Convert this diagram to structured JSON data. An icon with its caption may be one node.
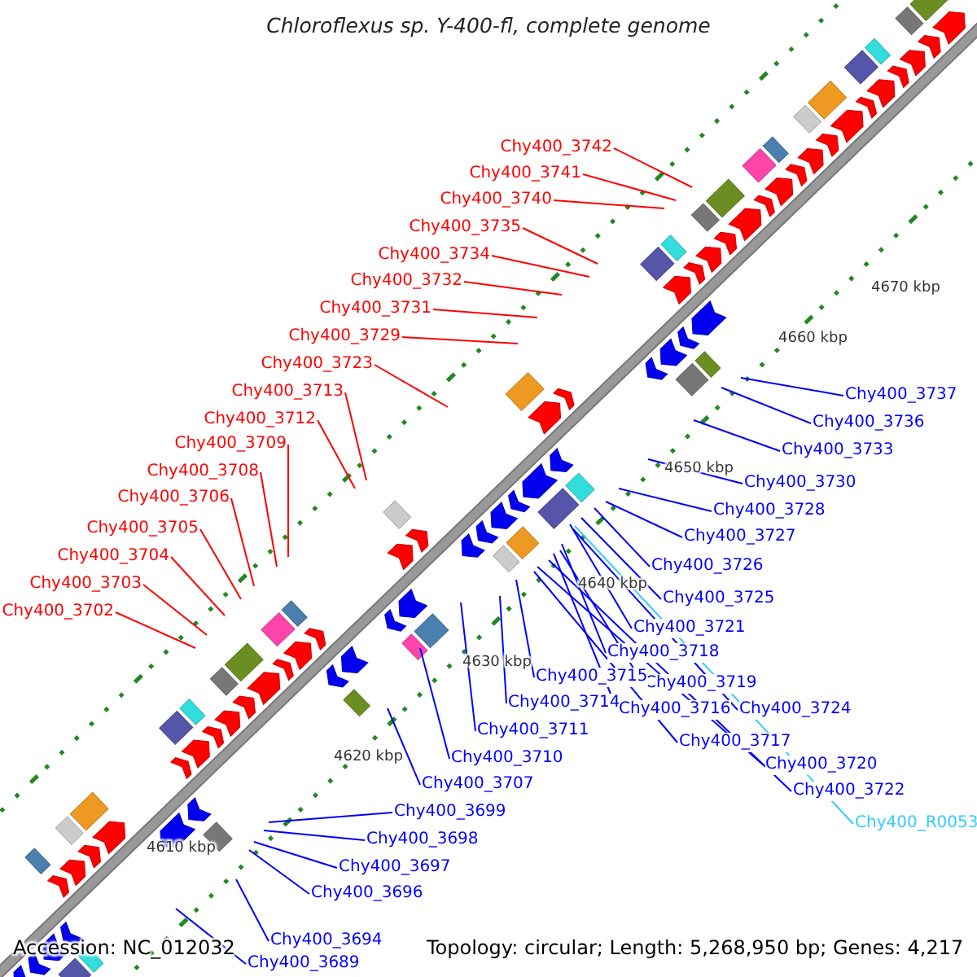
{
  "diagram": {
    "title": "Chloroflexus sp. Y-400-fl, complete genome",
    "nodes": [
      {
        "text": [
          "Chy400_3742"
        ]
      },
      {
        "text": [
          "Chy400_3741"
        ]
      },
      {
        "text": [
          "Chy400_3740"
        ]
      },
      {
        "text": [
          "Chy400_3735"
        ]
      },
      {
        "text": [
          "Chy400_3734"
        ]
      },
      {
        "text": [
          "Chy400_3732"
        ]
      },
      {
        "text": [
          "Chy400_3731"
        ]
      },
      {
        "text": [
          "Chy400_3729"
        ]
      },
      {
        "text": [
          "Chy400_3723"
        ]
      },
      {
        "text": [
          "Chy400_3713"
        ]
      },
      {
        "text": [
          "Chy400_3712"
        ]
      },
      {
        "text": [
          "Chy400_3709"
        ]
      },
      {
        "text": [
          "Chy400_3708"
        ]
      },
      {
        "text": [
          "Chy400_3706"
        ]
      },
      {
        "text": [
          "Chy400_3705"
        ]
      },
      {
        "text": [
          "Chy400_3704"
        ]
      },
      {
        "text": [
          "Chy400_3703"
        ]
      },
      {
        "text": [
          "Chy400_3702"
        ]
      },
      {
        "text": [
          "Chy400_3737"
        ]
      },
      {
        "text": [
          "Chy400_3736"
        ]
      },
      {
        "text": [
          "Chy400_3733"
        ]
      },
      {
        "text": [
          "Chy400_3730"
        ]
      },
      {
        "text": [
          "Chy400_3728"
        ]
      },
      {
        "text": [
          "Chy400_3727"
        ]
      },
      {
        "text": [
          "Chy400_3726"
        ]
      },
      {
        "text": [
          "Chy400_3725"
        ]
      },
      {
        "text": [
          "Chy400_3721"
        ]
      },
      {
        "text": [
          "Chy400_3718"
        ]
      },
      {
        "text": [
          "Chy400_3719"
        ]
      },
      {
        "text": [
          "Chy400_3724"
        ]
      },
      {
        "text": [
          "Chy400_3715"
        ]
      },
      {
        "text": [
          "Chy400_3714"
        ]
      },
      {
        "text": [
          "Chy400_3716"
        ]
      },
      {
        "text": [
          "Chy400_3711"
        ]
      },
      {
        "text": [
          "Chy400_3717"
        ]
      },
      {
        "text": [
          "Chy400_3720"
        ]
      },
      {
        "text": [
          "Chy400_3710"
        ]
      },
      {
        "text": [
          "Chy400_3707"
        ]
      },
      {
        "text": [
          "Chy400_3722"
        ]
      },
      {
        "text": [
          "Chy400_R0053"
        ]
      },
      {
        "text": [
          "Chy400_3699"
        ]
      },
      {
        "text": [
          "Chy400_3698"
        ]
      },
      {
        "text": [
          "Chy400_3697"
        ]
      },
      {
        "text": [
          "Chy400_3696"
        ]
      },
      {
        "text": [
          "Chy400_3694"
        ]
      },
      {
        "text": [
          "Chy400_3689"
        ]
      }
    ],
    "edges": [
      {
        "from": 0,
        "to": null,
        "arrow": "none",
        "color": "#ff0000"
      },
      {
        "from": 1,
        "to": null,
        "arrow": "none",
        "color": "#ff0000"
      },
      {
        "from": 2,
        "to": null,
        "arrow": "none",
        "color": "#ff0000"
      },
      {
        "from": 3,
        "to": null,
        "arrow": "none",
        "color": "#ff0000"
      },
      {
        "from": 4,
        "to": null,
        "arrow": "none",
        "color": "#ff0000"
      },
      {
        "from": 5,
        "to": null,
        "arrow": "none",
        "color": "#ff0000"
      },
      {
        "from": 6,
        "to": null,
        "arrow": "none",
        "color": "#ff0000"
      },
      {
        "from": 7,
        "to": null,
        "arrow": "none",
        "color": "#ff0000"
      },
      {
        "from": 8,
        "to": null,
        "arrow": "none",
        "color": "#ff0000"
      },
      {
        "from": 9,
        "to": null,
        "arrow": "none",
        "color": "#ff0000"
      },
      {
        "from": 10,
        "to": null,
        "arrow": "none",
        "color": "#ff0000"
      },
      {
        "from": 11,
        "to": null,
        "arrow": "none",
        "color": "#ff0000"
      },
      {
        "from": 12,
        "to": null,
        "arrow": "none",
        "color": "#ff0000"
      },
      {
        "from": 13,
        "to": null,
        "arrow": "none",
        "color": "#ff0000"
      },
      {
        "from": 14,
        "to": null,
        "arrow": "none",
        "color": "#ff0000"
      },
      {
        "from": 15,
        "to": null,
        "arrow": "none",
        "color": "#ff0000"
      },
      {
        "from": 16,
        "to": null,
        "arrow": "none",
        "color": "#ff0000"
      },
      {
        "from": 17,
        "to": null,
        "arrow": "none",
        "color": "#ff0000"
      },
      {
        "from": 18,
        "to": null,
        "arrow": "none",
        "color": "#0000ff"
      },
      {
        "from": 19,
        "to": null,
        "arrow": "none",
        "color": "#0000ff"
      },
      {
        "from": 20,
        "to": null,
        "arrow": "none",
        "color": "#0000ff"
      },
      {
        "from": 21,
        "to": null,
        "arrow": "none",
        "color": "#0000ff"
      },
      {
        "from": 22,
        "to": null,
        "arrow": "none",
        "color": "#0000ff"
      },
      {
        "from": 23,
        "to": null,
        "arrow": "none",
        "color": "#0000ff"
      },
      {
        "from": 24,
        "to": null,
        "arrow": "none",
        "color": "#0000ff"
      },
      {
        "from": 25,
        "to": null,
        "arrow": "none",
        "color": "#0000ff"
      },
      {
        "from": 26,
        "to": null,
        "arrow": "none",
        "color": "#0000ff"
      },
      {
        "from": 27,
        "to": null,
        "arrow": "none",
        "color": "#0000ff"
      },
      {
        "from": 28,
        "to": null,
        "arrow": "none",
        "color": "#0000ff"
      },
      {
        "from": 29,
        "to": null,
        "arrow": "none",
        "color": "#0000ff"
      },
      {
        "from": 30,
        "to": null,
        "arrow": "none",
        "color": "#0000ff"
      },
      {
        "from": 31,
        "to": null,
        "arrow": "none",
        "color": "#0000ff"
      },
      {
        "from": 32,
        "to": null,
        "arrow": "none",
        "color": "#0000ff"
      },
      {
        "from": 33,
        "to": null,
        "arrow": "none",
        "color": "#0000ff"
      },
      {
        "from": 34,
        "to": null,
        "arrow": "none",
        "color": "#0000ff"
      },
      {
        "from": 35,
        "to": null,
        "arrow": "none",
        "color": "#0000ff"
      },
      {
        "from": 36,
        "to": null,
        "arrow": "none",
        "color": "#0000ff"
      },
      {
        "from": 37,
        "to": null,
        "arrow": "none",
        "color": "#0000ff"
      },
      {
        "from": 38,
        "to": null,
        "arrow": "none",
        "color": "#0000ff"
      },
      {
        "from": 39,
        "to": null,
        "arrow": "none",
        "color": "#33ccff"
      },
      {
        "from": 40,
        "to": null,
        "arrow": "none",
        "color": "#0000ff"
      },
      {
        "from": 41,
        "to": null,
        "arrow": "none",
        "color": "#0000ff"
      },
      {
        "from": 42,
        "to": null,
        "arrow": "none",
        "color": "#0000ff"
      },
      {
        "from": 43,
        "to": null,
        "arrow": "none",
        "color": "#0000ff"
      },
      {
        "from": 44,
        "to": null,
        "arrow": "none",
        "color": "#0000ff"
      },
      {
        "from": 45,
        "to": null,
        "arrow": "none",
        "color": "#0000ff"
      }
    ],
    "labels": [
      "4670 kbp",
      "4660 kbp",
      "4650 kbp",
      "4640 kbp",
      "4630 kbp",
      "4620 kbp",
      "4610 kbp",
      "Accession: NC_012032",
      "Topology: circular; Length: 5,268,950 bp; Genes: 4,217"
    ]
  }
}
